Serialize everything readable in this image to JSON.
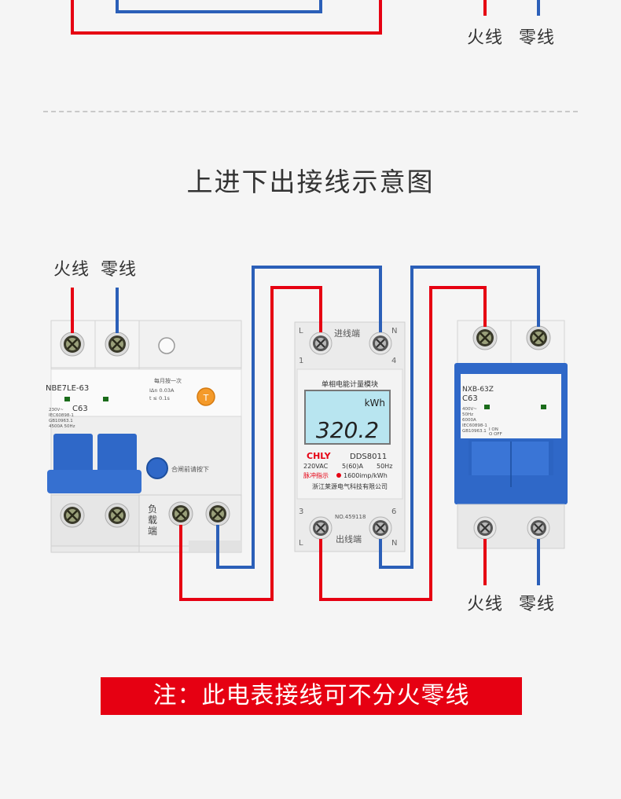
{
  "top_wire_labels": {
    "live": "火线",
    "neutral": "零线"
  },
  "title": "上进下出接线示意图",
  "left_wire_labels": {
    "live": "火线",
    "neutral": "零线"
  },
  "right_wire_labels": {
    "live": "火线",
    "neutral": "零线"
  },
  "rcbo": {
    "model": "NBE7LE-63",
    "rating": "C63",
    "spec_lines": [
      "230V~",
      "IEC60898-1",
      "GB10963.1",
      "4500A 50Hz"
    ],
    "leakage_lines": [
      "IΔn 0.03A",
      "t ≤ 0.1s"
    ],
    "monthly_text": "每月按一次",
    "test_label": "T",
    "reset_label": "合闸前请按下",
    "load_label": [
      "负",
      "载",
      "端"
    ]
  },
  "meter": {
    "terminal_top_left": "L",
    "terminal_top_right": "N",
    "top_title": "进线端",
    "num_1": "1",
    "num_4": "4",
    "header": "单相电能计量模块",
    "unit": "kWh",
    "reading": "320.2",
    "brand": "CHLY",
    "model": "DDS8011",
    "voltage": "220VAC",
    "current": "5(60)A",
    "frequency": "50Hz",
    "pulse_label": "脉冲指示",
    "pulse_rate": "1600imp/kWh",
    "company": "浙江莱源电气科技有限公司",
    "num_3": "3",
    "num_6": "6",
    "serial": "NO.459118",
    "bottom_title": "出线端",
    "terminal_bottom_left": "L",
    "terminal_bottom_right": "N"
  },
  "mcb": {
    "model": "NXB-63Z",
    "rating": "C63",
    "spec_lines": [
      "400V~",
      "50Hz",
      "6000A",
      "IEC60898-1",
      "GB10963.1"
    ],
    "on_label": "I ON",
    "off_label": "O OFF"
  },
  "note": "注：此电表接线可不分火零线",
  "colors": {
    "live": "#e60012",
    "neutral": "#2b5fb8",
    "breaker_blue": "#2f68c8",
    "note_bg": "#e60012"
  }
}
